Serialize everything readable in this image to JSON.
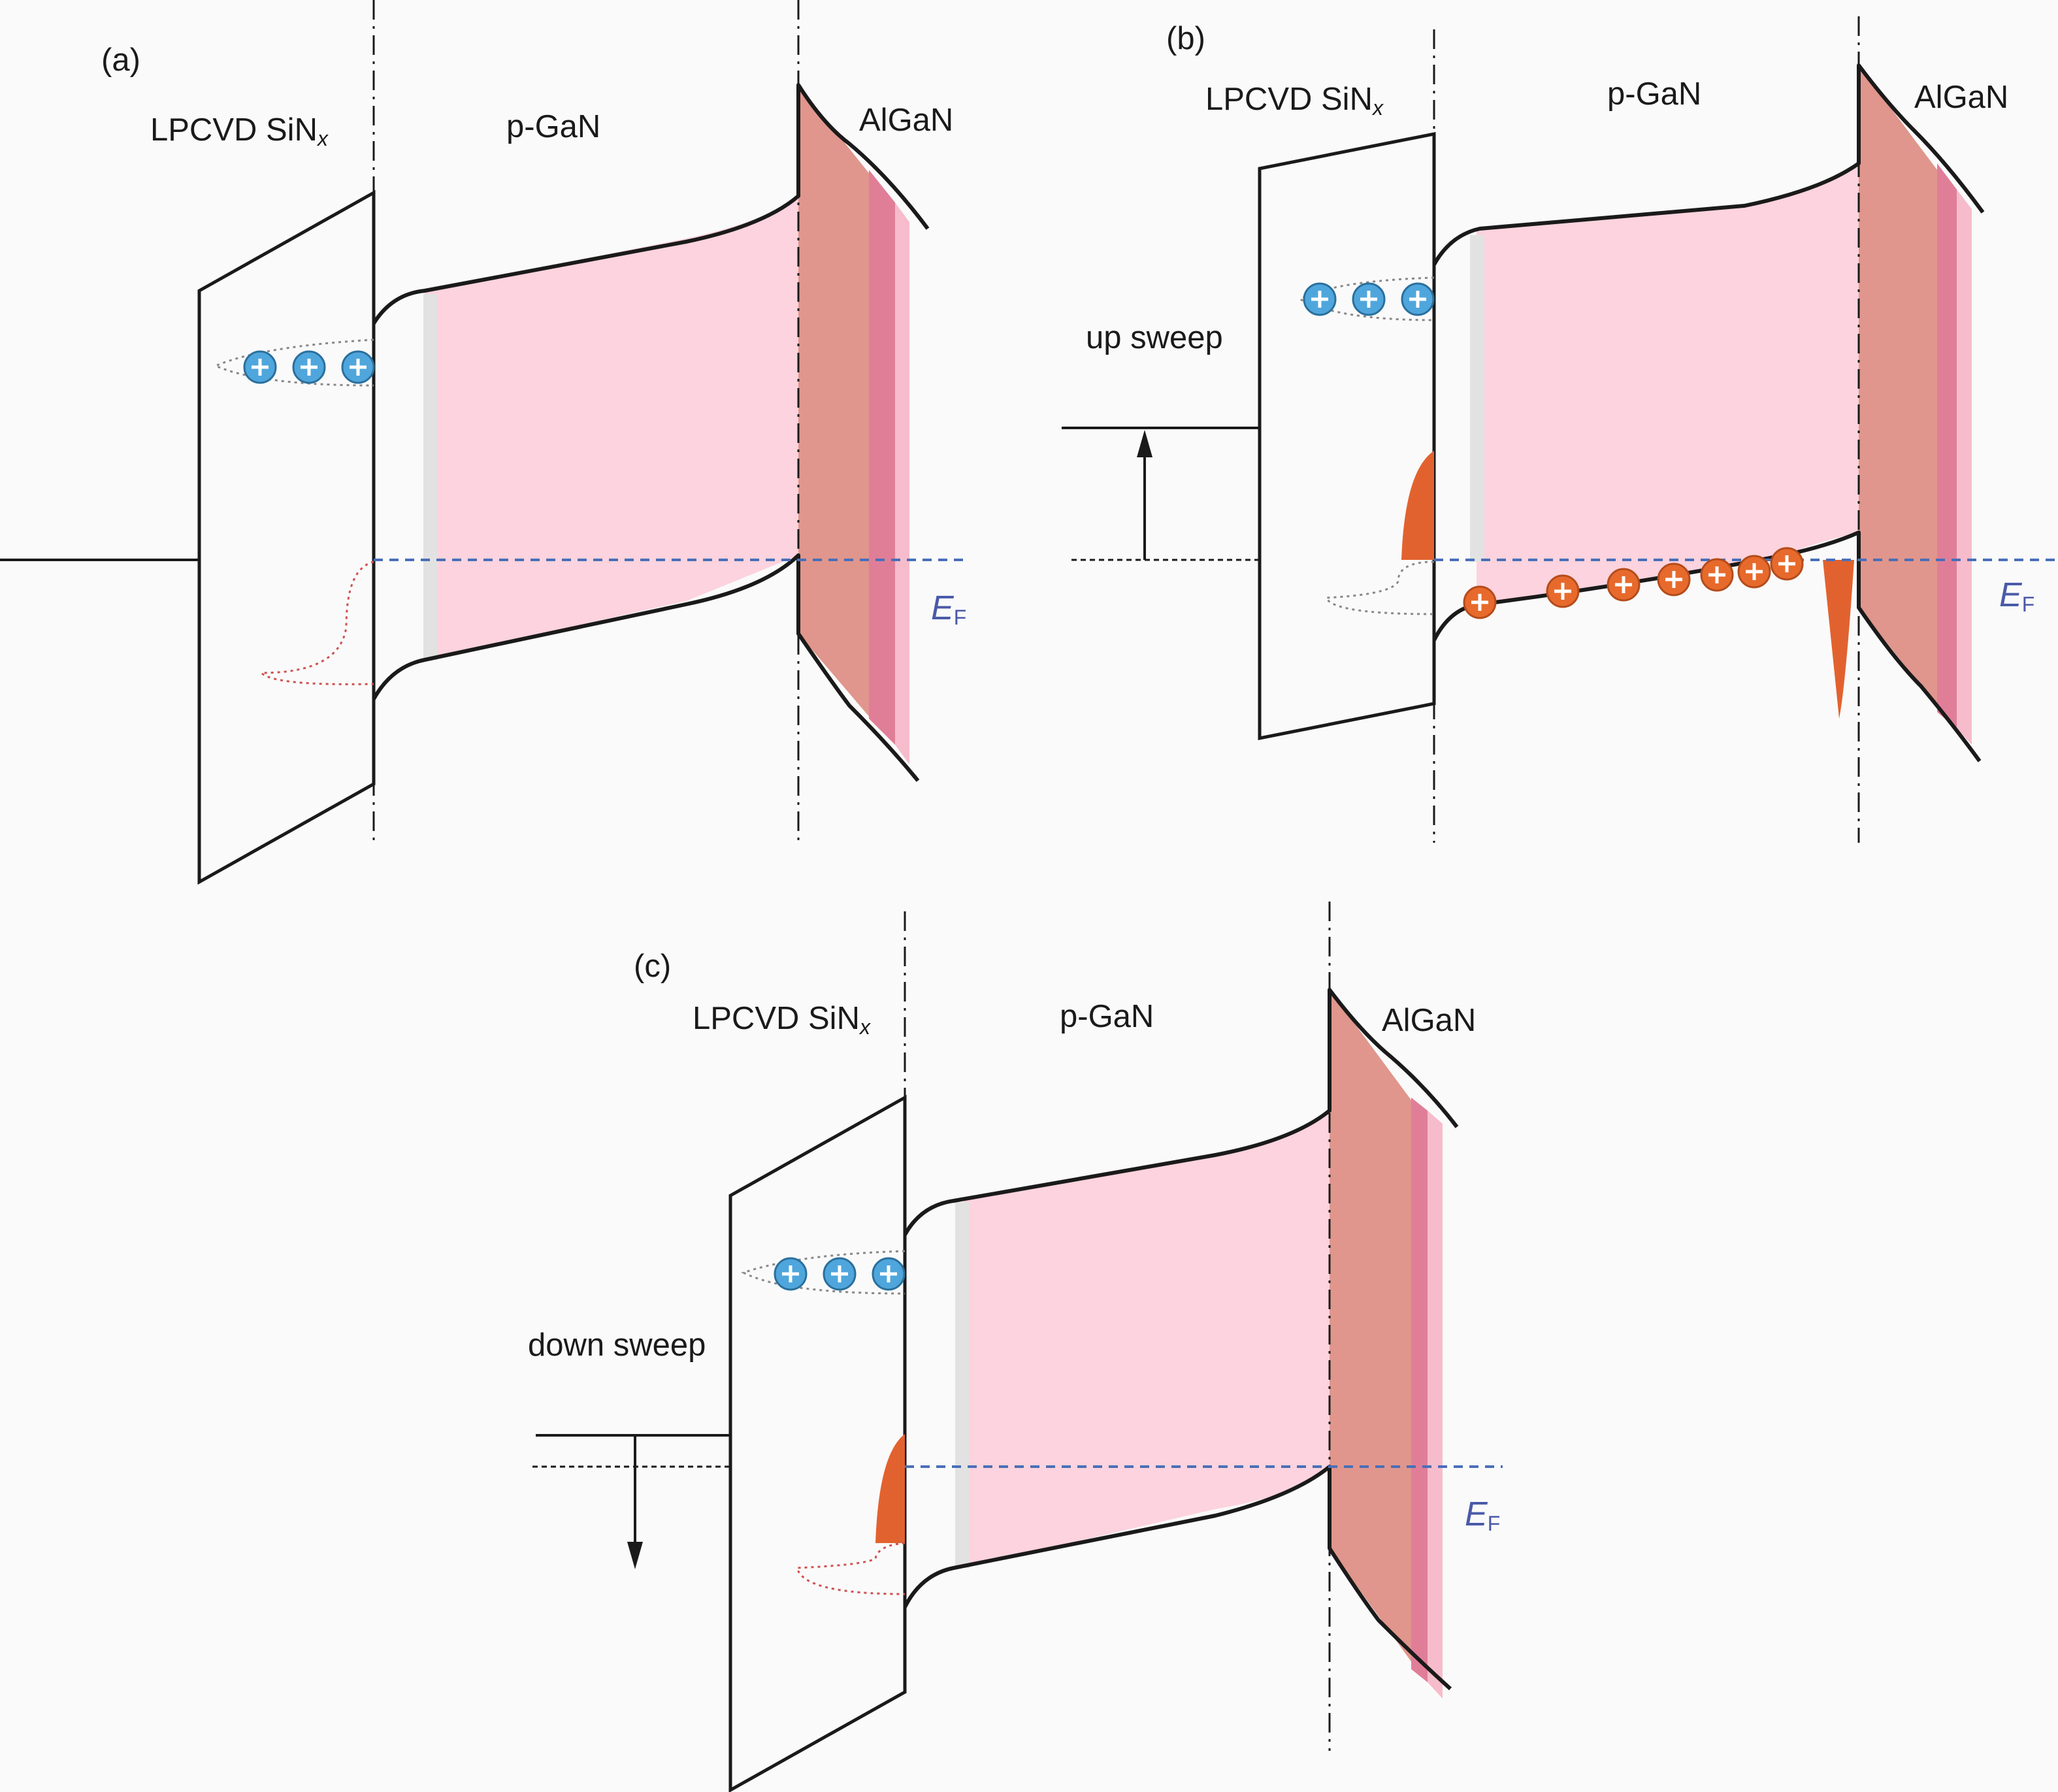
{
  "panels": [
    {
      "tag": "(a)",
      "oxide_label": "LPCVD SiN",
      "oxide_sub": "x",
      "pgan_label": "p-GaN",
      "algan_label": "AlGaN",
      "ef_label": "E",
      "ef_sub": "F",
      "sweep_label": ""
    },
    {
      "tag": "(b)",
      "oxide_label": "LPCVD SiN",
      "oxide_sub": "x",
      "pgan_label": "p-GaN",
      "algan_label": "AlGaN",
      "ef_label": "E",
      "ef_sub": "F",
      "sweep_label": "up sweep"
    },
    {
      "tag": "(c)",
      "oxide_label": "LPCVD SiN",
      "oxide_sub": "x",
      "pgan_label": "p-GaN",
      "algan_label": "AlGaN",
      "ef_label": "E",
      "ef_sub": "F",
      "sweep_label": "down sweep"
    }
  ],
  "colors": {
    "pgan_fill": "#fcd3de",
    "algan_fill": "#e0968c",
    "hole_trapped": "#4fa6dc",
    "hole_free": "#e76a2c",
    "fermi_level": "#4a6fb8"
  },
  "icons": {
    "trapped_hole": "plus-circle-icon",
    "sweep_arrow": "arrow-icon"
  }
}
